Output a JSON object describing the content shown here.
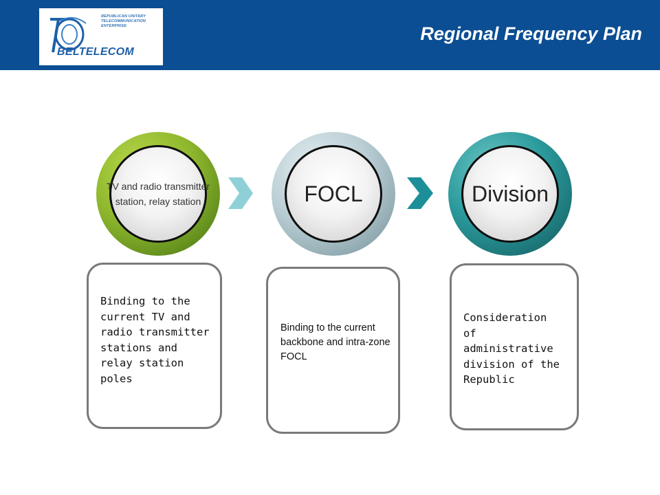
{
  "header": {
    "logo_subtitle": "REPUBLICAN UNITARY\nTELECOMMUNICATION\nENTERPRISE",
    "logo_name": "BELTELECOM",
    "title": "Regional Frequency Plan"
  },
  "colors": {
    "header_bg": "#0b4e93",
    "green": "#7aa62a",
    "silver": "#a9c0c8",
    "teal": "#1e8a8c",
    "chevron_light": "#7fc6cf",
    "chevron_dark": "#1b8a93",
    "card_border": "#7a7a7a"
  },
  "steps": [
    {
      "label": "TV and radio transmitter station, relay station",
      "card": "Binding to the current TV and radio transmitter stations and relay station poles"
    },
    {
      "label": "FOCL",
      "card": "Binding to the current backbone and intra-zone FOCL"
    },
    {
      "label": "Division",
      "card": "Consideration of administrative division of the Republic"
    }
  ],
  "icons": [
    "logo-emblem-icon",
    "chevron-right-icon",
    "chevron-right-icon"
  ]
}
